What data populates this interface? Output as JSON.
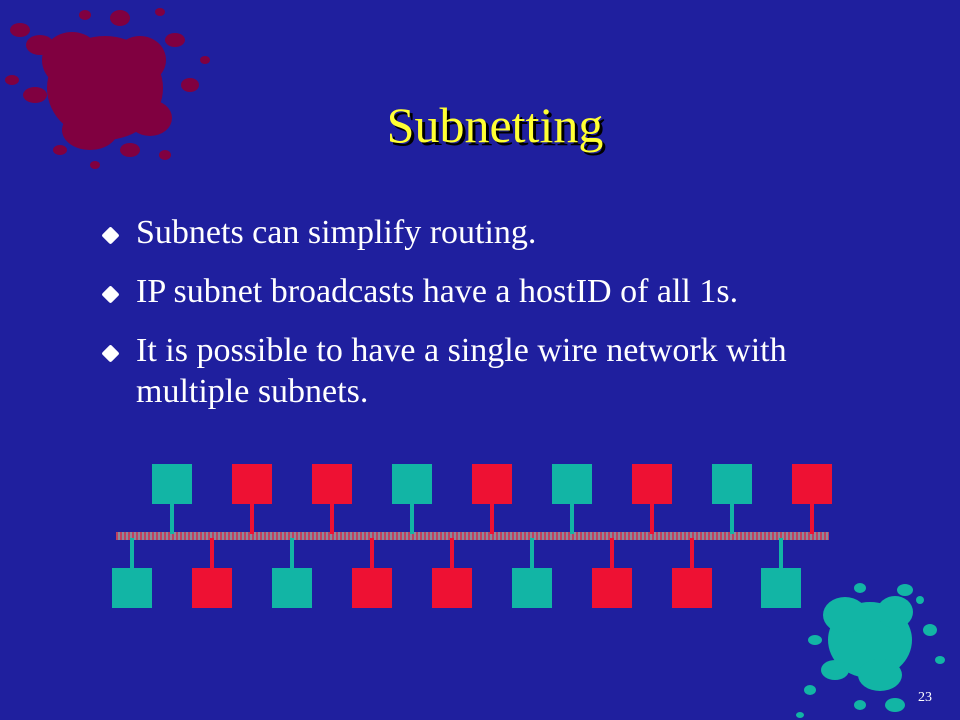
{
  "slide": {
    "title": "Subnetting",
    "bullets": [
      "Subnets can simplify routing.",
      "IP subnet broadcasts have a hostID of all 1s.",
      "It is possible to have a single wire network with multiple subnets."
    ],
    "slide_number": "23"
  },
  "diagram": {
    "top_hosts": [
      "teal",
      "red",
      "red",
      "teal",
      "red",
      "teal",
      "red",
      "teal",
      "red"
    ],
    "bottom_hosts": [
      "teal",
      "red",
      "teal",
      "red",
      "red",
      "teal",
      "red",
      "red",
      "teal"
    ]
  },
  "colors": {
    "background": "#1f1f9e",
    "title": "#ffff33",
    "teal": "#12b5a5",
    "red": "#ee1133",
    "wire": "#9a9aa8",
    "splat_top": "#800040",
    "splat_bottom": "#12b5a5"
  }
}
